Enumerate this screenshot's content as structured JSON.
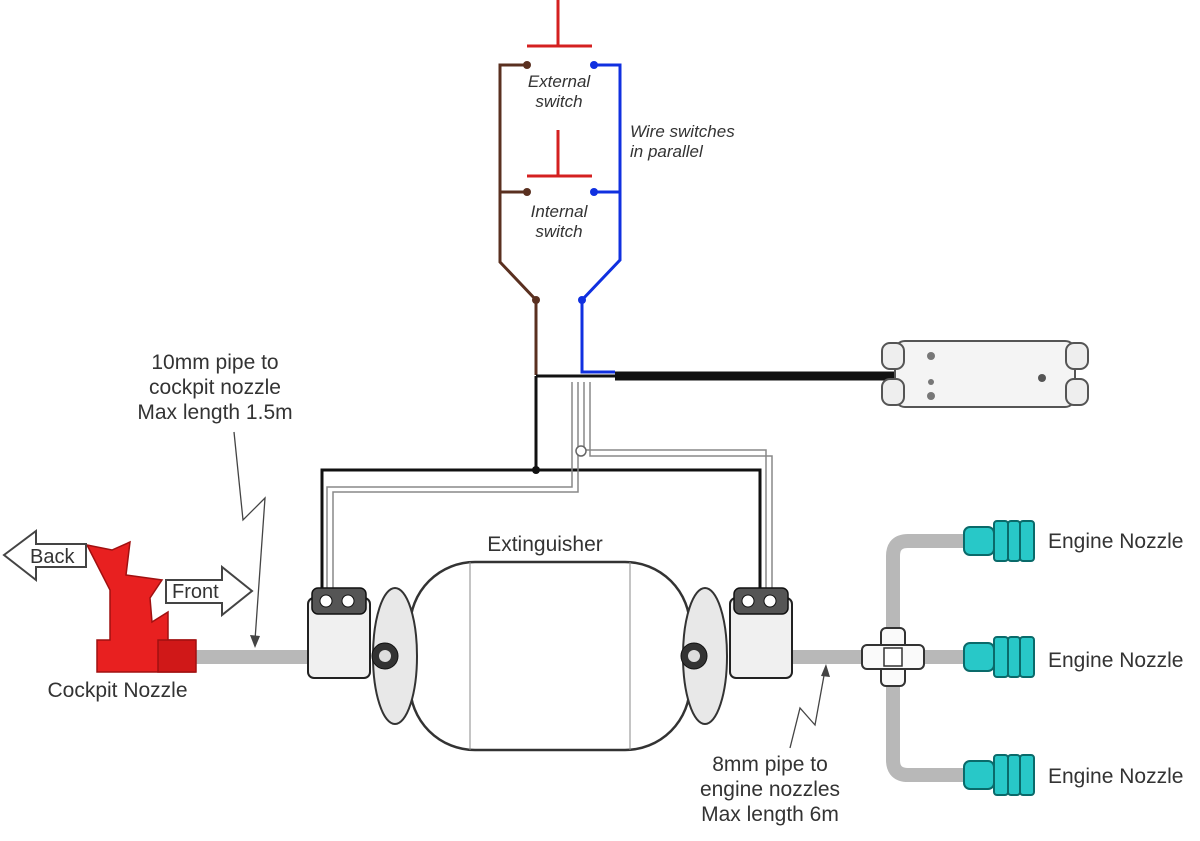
{
  "switches": {
    "external": [
      "External",
      "switch"
    ],
    "internal": [
      "Internal",
      "switch"
    ],
    "note": [
      "Wire switches",
      "in parallel"
    ]
  },
  "pipe_cockpit": [
    "10mm pipe to",
    "cockpit nozzle",
    "Max length 1.5m"
  ],
  "pipe_engine": [
    "8mm pipe to",
    "engine nozzles",
    "Max length 6m"
  ],
  "extinguisher_label": "Extinguisher",
  "cockpit": {
    "label": "Cockpit Nozzle",
    "back": "Back",
    "front": "Front"
  },
  "engine_nozzles": [
    "Engine Nozzle",
    "Engine Nozzle",
    "Engine Nozzle"
  ],
  "colors": {
    "switch_red": "#d42020",
    "wire_brown": "#5a3020",
    "wire_blue": "#1030e0",
    "wire_black": "#111111",
    "pipe_gray": "#b8b8b8",
    "nozzle_red": "#e82020",
    "nozzle_cyan": "#28c8c8"
  }
}
